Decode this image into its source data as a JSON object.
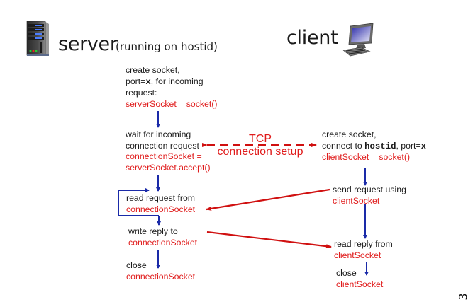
{
  "header": {
    "server_label": "server",
    "server_note": "(running on hostid)",
    "client_label": "client",
    "server_icon": "server-tower-icon",
    "client_icon": "desktop-computer-icon"
  },
  "server_steps": {
    "create": {
      "line1": "create socket,",
      "line2_prefix": "port=",
      "line2_var": "x",
      "line2_suffix": ", for incoming",
      "line3": "request:",
      "code": "serverSocket = socket()"
    },
    "wait": {
      "line1": "wait for incoming",
      "line2": "connection request",
      "code1": "connectionSocket =",
      "code2": "serverSocket.accept()"
    },
    "read": {
      "line1": "read request from",
      "code": "connectionSocket"
    },
    "write": {
      "line1": "write reply to",
      "code": "connectionSocket"
    },
    "close": {
      "line1": "close",
      "code": "connectionSocket"
    }
  },
  "client_steps": {
    "create": {
      "line1": "create socket,",
      "line2_prefix": "connect to ",
      "line2_host": "hostid",
      "line2_mid": ", port=",
      "line2_var": "x",
      "code": "clientSocket = socket()"
    },
    "send": {
      "line1": "send request using",
      "code": "clientSocket"
    },
    "read": {
      "line1": "read reply from",
      "code": "clientSocket"
    },
    "close": {
      "line1": "close",
      "code": "clientSocket"
    }
  },
  "connection": {
    "line1": "TCP",
    "line2": "connection setup"
  },
  "page_number": "3",
  "colors": {
    "code_text": "#e01b1b",
    "flow_arrow": "#1a2aa8",
    "message_arrow": "#d01010",
    "body_text": "#1a1a1a"
  }
}
